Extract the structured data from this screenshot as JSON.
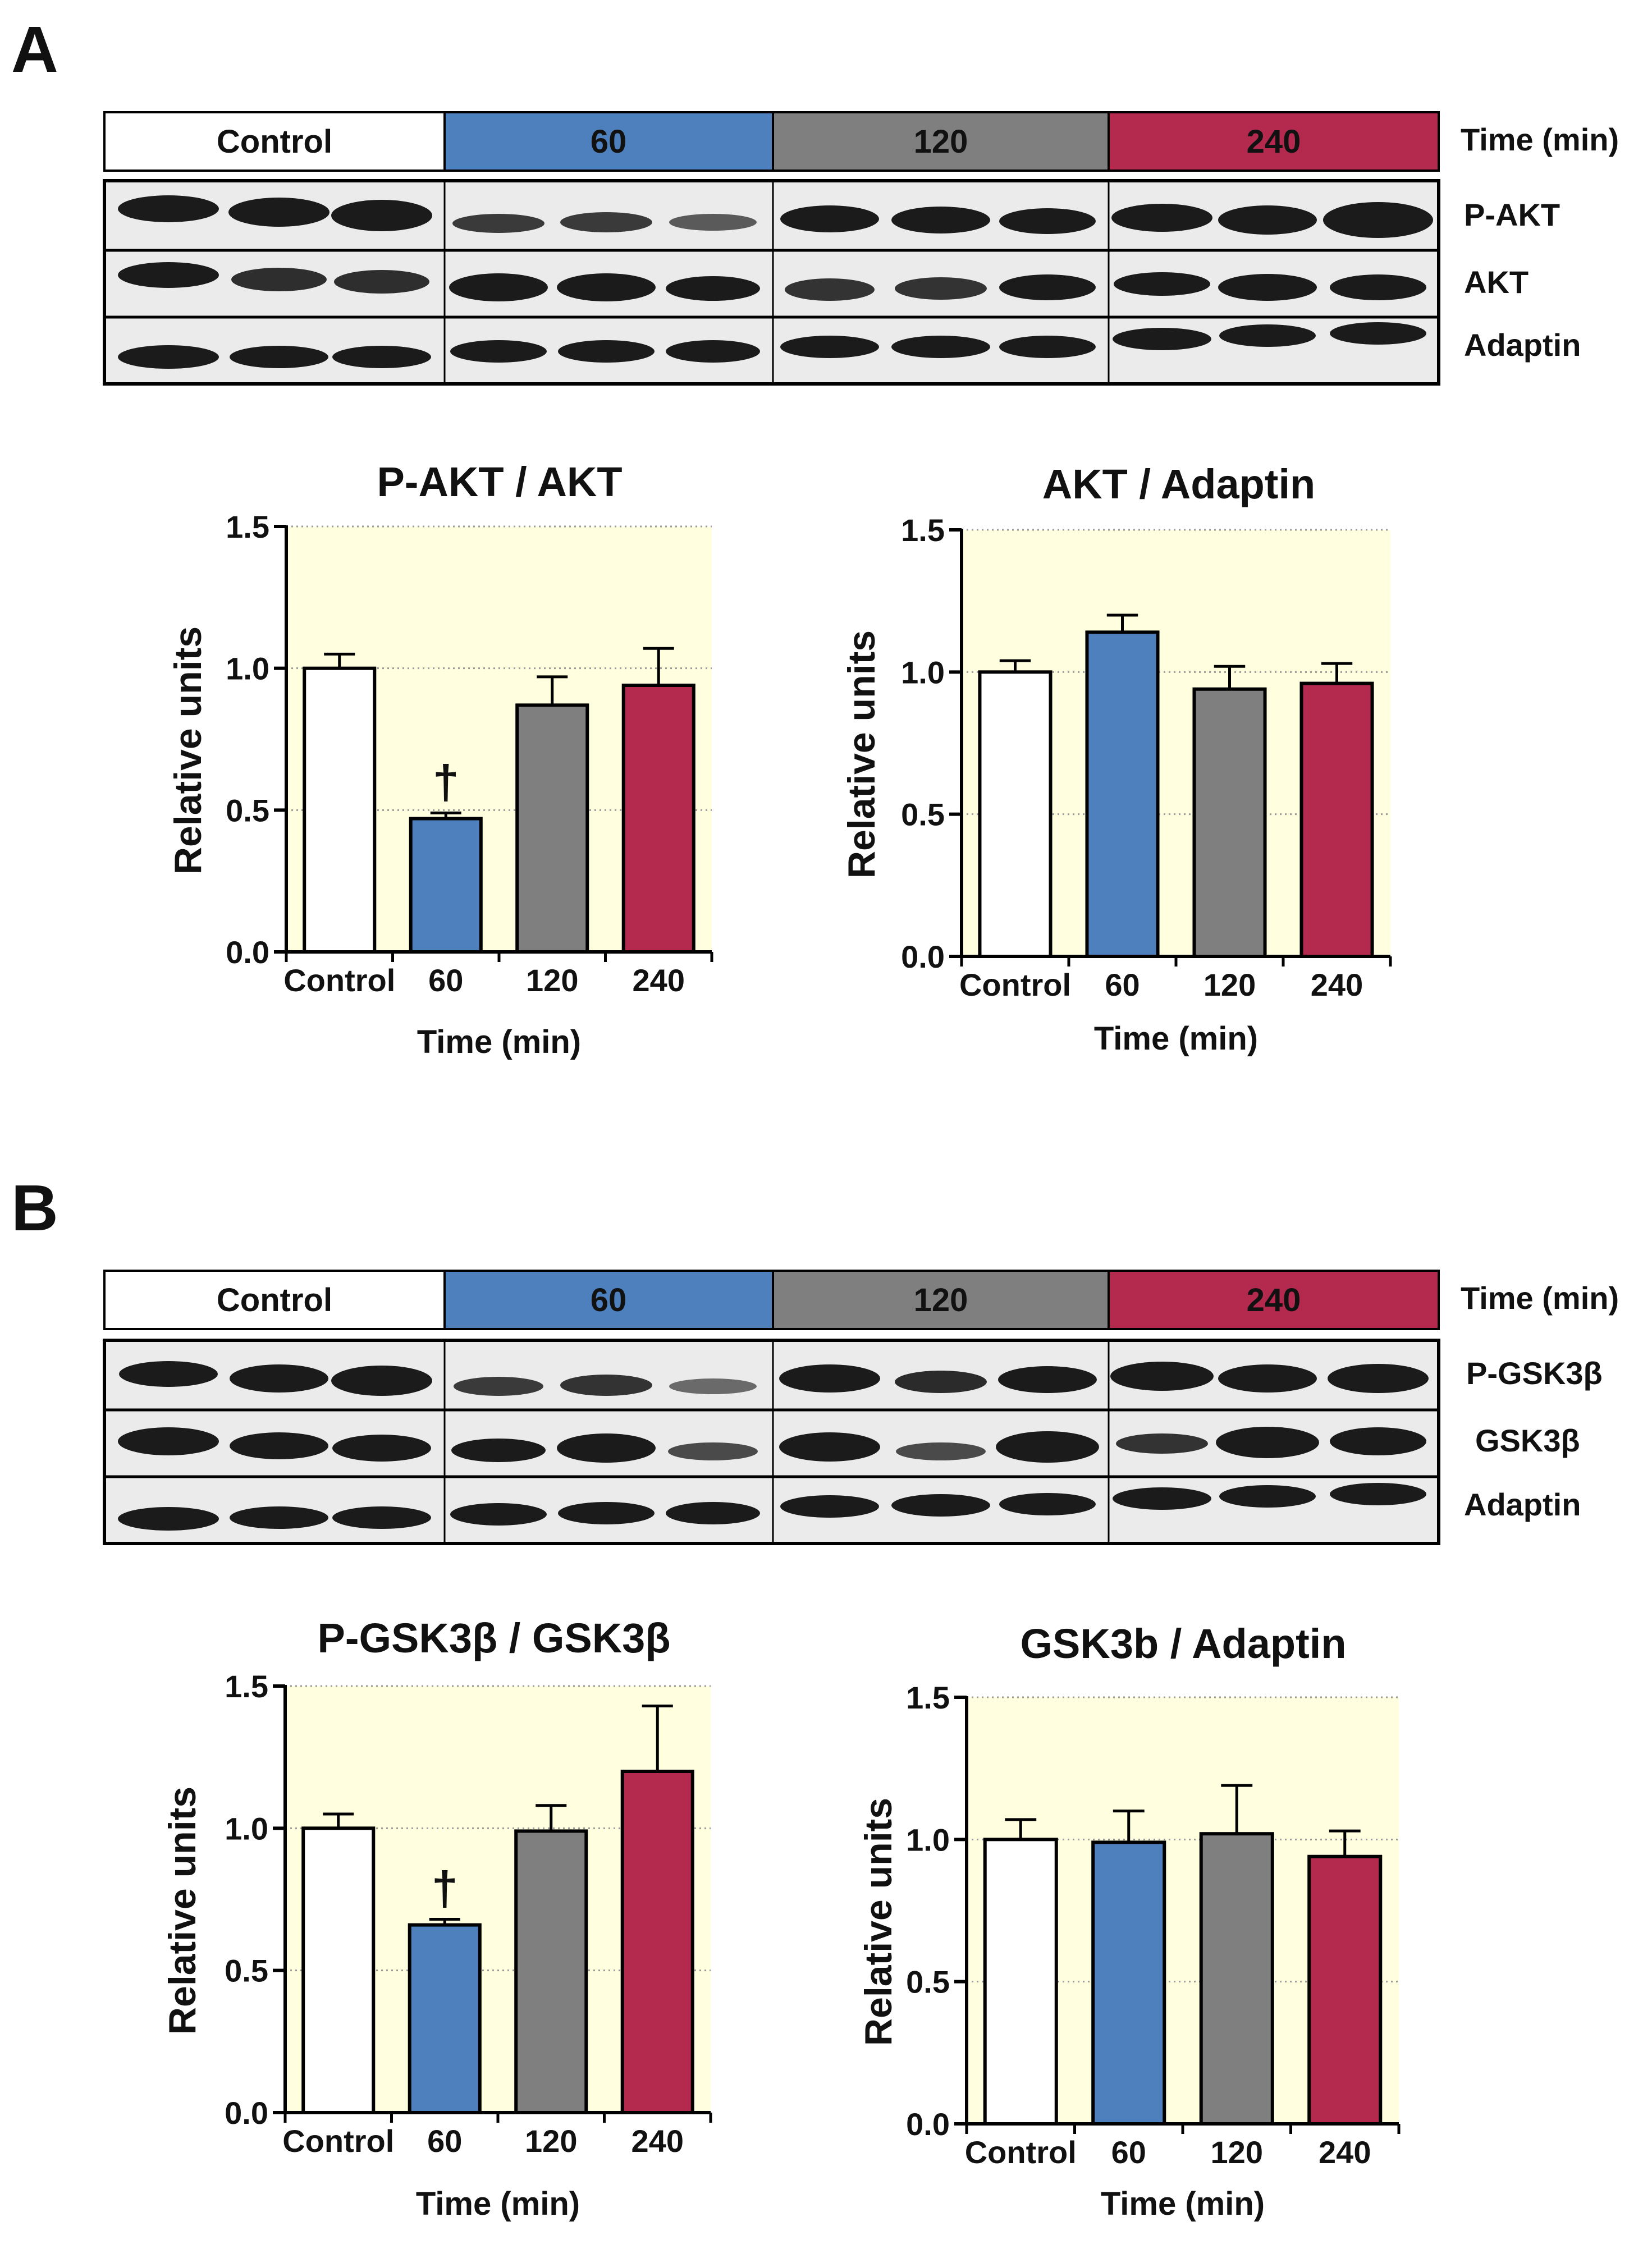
{
  "colors": {
    "control": "#ffffff",
    "min60": "#4e80bd",
    "min120": "#7f7f7f",
    "min240": "#b42a4f",
    "plot_bg": "#ffffe0"
  },
  "panels": [
    {
      "letter": "A",
      "groups": [
        {
          "label": "Control",
          "color": "#ffffff"
        },
        {
          "label": "60",
          "color": "#4e80bd"
        },
        {
          "label": "120",
          "color": "#7f7f7f"
        },
        {
          "label": "240",
          "color": "#b42a4f"
        }
      ],
      "time_label": "Time (min)",
      "blots": [
        "P-AKT",
        "AKT",
        "Adaptin"
      ]
    },
    {
      "letter": "B",
      "groups": [
        {
          "label": "Control",
          "color": "#ffffff"
        },
        {
          "label": "60",
          "color": "#4e80bd"
        },
        {
          "label": "120",
          "color": "#7f7f7f"
        },
        {
          "label": "240",
          "color": "#b42a4f"
        }
      ],
      "time_label": "Time (min)",
      "blots": [
        "P-GSK3β",
        "GSK3β",
        "Adaptin"
      ]
    }
  ],
  "chart_data": [
    {
      "type": "bar",
      "title": "P-AKT / AKT",
      "xlabel": "Time (min)",
      "ylabel": "Relative units",
      "categories": [
        "Control",
        "60",
        "120",
        "240"
      ],
      "values": [
        1.0,
        0.47,
        0.87,
        0.94
      ],
      "errors": [
        0.05,
        0.02,
        0.1,
        0.13
      ],
      "annotations": [
        "",
        "†",
        "",
        ""
      ],
      "ylim": [
        0,
        1.5
      ],
      "yticks": [
        "0.0",
        "0.5",
        "1.0",
        "1.5"
      ],
      "grid": true
    },
    {
      "type": "bar",
      "title": "AKT / Adaptin",
      "xlabel": "Time (min)",
      "ylabel": "Relative units",
      "categories": [
        "Control",
        "60",
        "120",
        "240"
      ],
      "values": [
        1.0,
        1.14,
        0.94,
        0.96
      ],
      "errors": [
        0.04,
        0.06,
        0.08,
        0.07
      ],
      "annotations": [
        "",
        "",
        "",
        ""
      ],
      "ylim": [
        0,
        1.5
      ],
      "yticks": [
        "0.0",
        "0.5",
        "1.0",
        "1.5"
      ],
      "grid": true
    },
    {
      "type": "bar",
      "title": "P-GSK3β / GSK3β",
      "xlabel": "Time (min)",
      "ylabel": "Relative units",
      "categories": [
        "Control",
        "60",
        "120",
        "240"
      ],
      "values": [
        1.0,
        0.66,
        0.99,
        1.2
      ],
      "errors": [
        0.05,
        0.02,
        0.09,
        0.23
      ],
      "annotations": [
        "",
        "†",
        "",
        ""
      ],
      "ylim": [
        0,
        1.5
      ],
      "yticks": [
        "0.0",
        "0.5",
        "1.0",
        "1.5"
      ],
      "grid": true
    },
    {
      "type": "bar",
      "title": "GSK3b / Adaptin",
      "xlabel": "Time (min)",
      "ylabel": "Relative units",
      "categories": [
        "Control",
        "60",
        "120",
        "240"
      ],
      "values": [
        1.0,
        0.99,
        1.02,
        0.94
      ],
      "errors": [
        0.07,
        0.11,
        0.17,
        0.09
      ],
      "annotations": [
        "",
        "",
        "",
        ""
      ],
      "ylim": [
        0,
        1.5
      ],
      "yticks": [
        "0.0",
        "0.5",
        "1.0",
        "1.5"
      ],
      "grid": true
    }
  ]
}
